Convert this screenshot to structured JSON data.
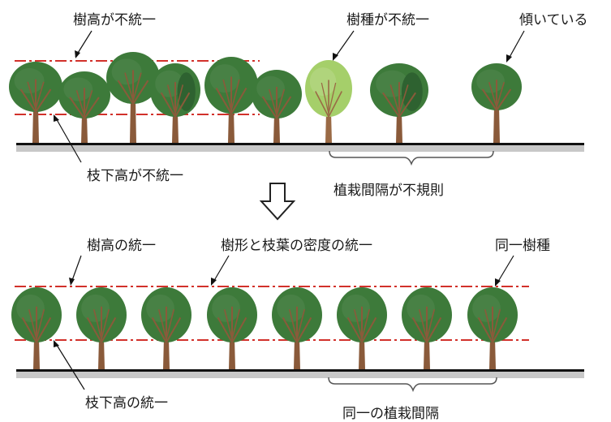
{
  "before": {
    "label_height": "樹高が不統一",
    "label_species": "樹種が不統一",
    "label_tilt": "傾いている",
    "label_branch": "枝下高が不統一",
    "label_spacing": "植栽間隔が不規則"
  },
  "after": {
    "label_height": "樹高の統一",
    "label_form": "樹形と枝葉の密度の統一",
    "label_species": "同一樹種",
    "label_branch": "枝下高の統一",
    "label_spacing": "同一の植栽間隔"
  },
  "colors": {
    "tree_dark": "#3d7a3a",
    "tree_shade": "#2e6230",
    "tree_light": "#a5cf6a",
    "trunk": "#8a5a3a",
    "guide_line": "#d2312b",
    "ground_dark": "#111111",
    "ground_light": "#c8c8c8"
  },
  "icons": {
    "arrow": "hollow-down-arrow"
  }
}
